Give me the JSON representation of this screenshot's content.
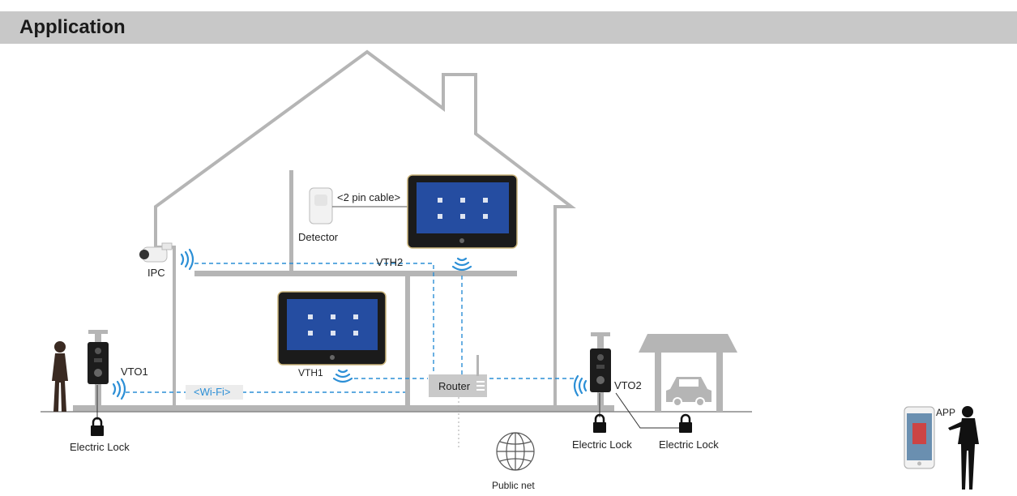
{
  "header": {
    "title": "Application"
  },
  "labels": {
    "ipc": "IPC",
    "detector": "Detector",
    "cable": "<2 pin cable>",
    "vth2": "VTH2",
    "vth1": "VTH1",
    "vto1": "VTO1",
    "vto2": "VTO2",
    "router": "Router",
    "wifi": "<Wi-Fi>",
    "lock1": "Electric Lock",
    "lock2": "Electric Lock",
    "lock3": "Electric Lock",
    "public_net": "Public net",
    "app": "APP"
  },
  "colors": {
    "header": "#c8c8c8",
    "house": "#b0b0b0",
    "wifi": "#2c8fd6",
    "dashed_link": "#2c8fd6"
  },
  "icons": [
    "ipc-camera-icon",
    "detector-icon",
    "vth-monitor-icon",
    "vto-doorstation-icon",
    "router-icon",
    "lock-icon",
    "globe-icon",
    "car-icon",
    "smartphone-icon",
    "person-icon",
    "wifi-signal-icon"
  ]
}
